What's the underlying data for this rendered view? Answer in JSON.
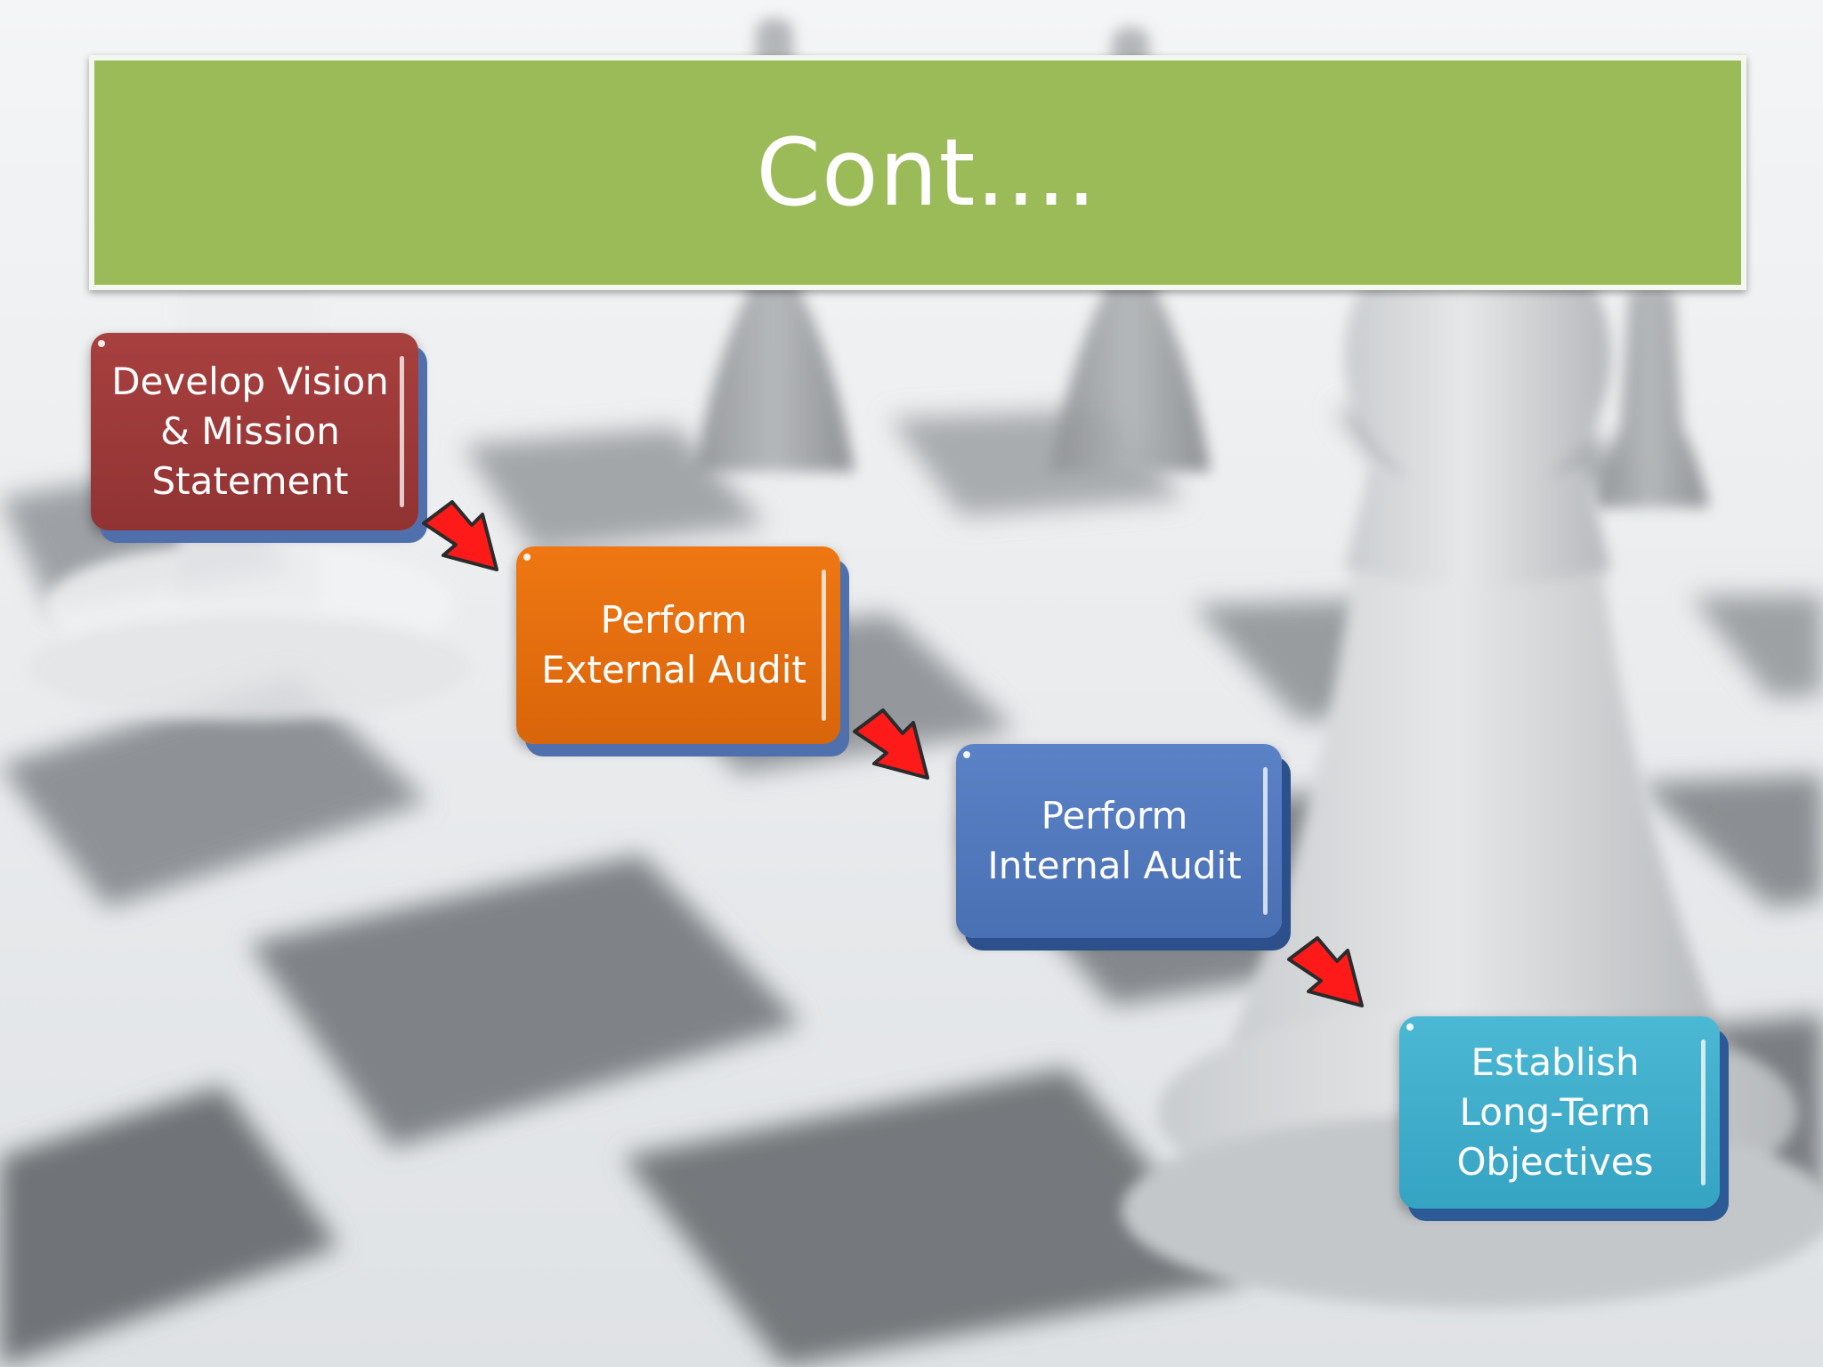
{
  "slide": {
    "title": "Cont...."
  },
  "steps": [
    {
      "label": "Develop Vision & Mission Statement",
      "color": "#9b3a39"
    },
    {
      "label": "Perform External Audit",
      "color": "#e46d0f"
    },
    {
      "label": "Perform Internal Audit",
      "color": "#5078bd"
    },
    {
      "label": "Establish Long-Term Objectives",
      "color": "#3faecb"
    }
  ],
  "arrows": {
    "color": "#ff0000",
    "icon": "red-curved-arrow-icon"
  }
}
